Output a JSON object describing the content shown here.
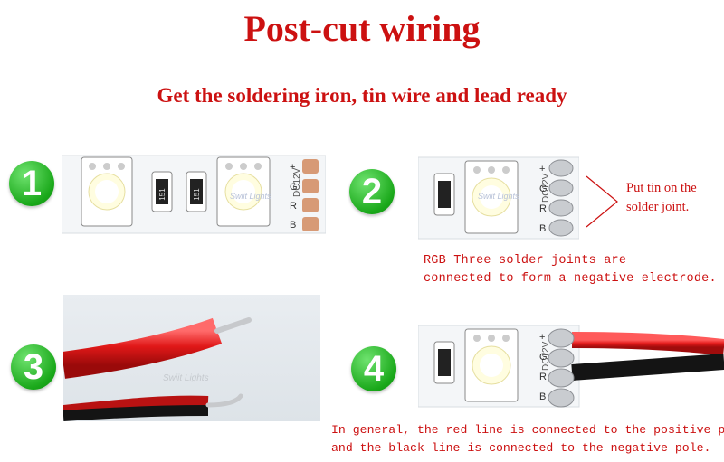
{
  "title": "Post-cut wiring",
  "subtitle": "Get the soldering iron, tin wire and lead ready",
  "steps": [
    {
      "number": "1"
    },
    {
      "number": "2",
      "note_line1": "Put tin on the",
      "note_line2": "solder joint.",
      "caption_line1": "RGB Three solder joints are",
      "caption_line2": "connected to form a negative electrode."
    },
    {
      "number": "3"
    },
    {
      "number": "4",
      "note_line1": "In general, the red line is connected to the positive pole,",
      "note_line2": "and the black line is connected to the negative pole."
    }
  ],
  "strip": {
    "brand": "Swiit Lights",
    "voltage": "DC12V",
    "resistor_code": "151",
    "pad_labels": [
      "+",
      "G",
      "R",
      "B"
    ]
  },
  "colors": {
    "title_red": "#cc1111",
    "badge_green": "#1aa81a",
    "wire_red": "#e01818",
    "wire_black": "#141414",
    "pcb_white": "#f4f6f8"
  }
}
